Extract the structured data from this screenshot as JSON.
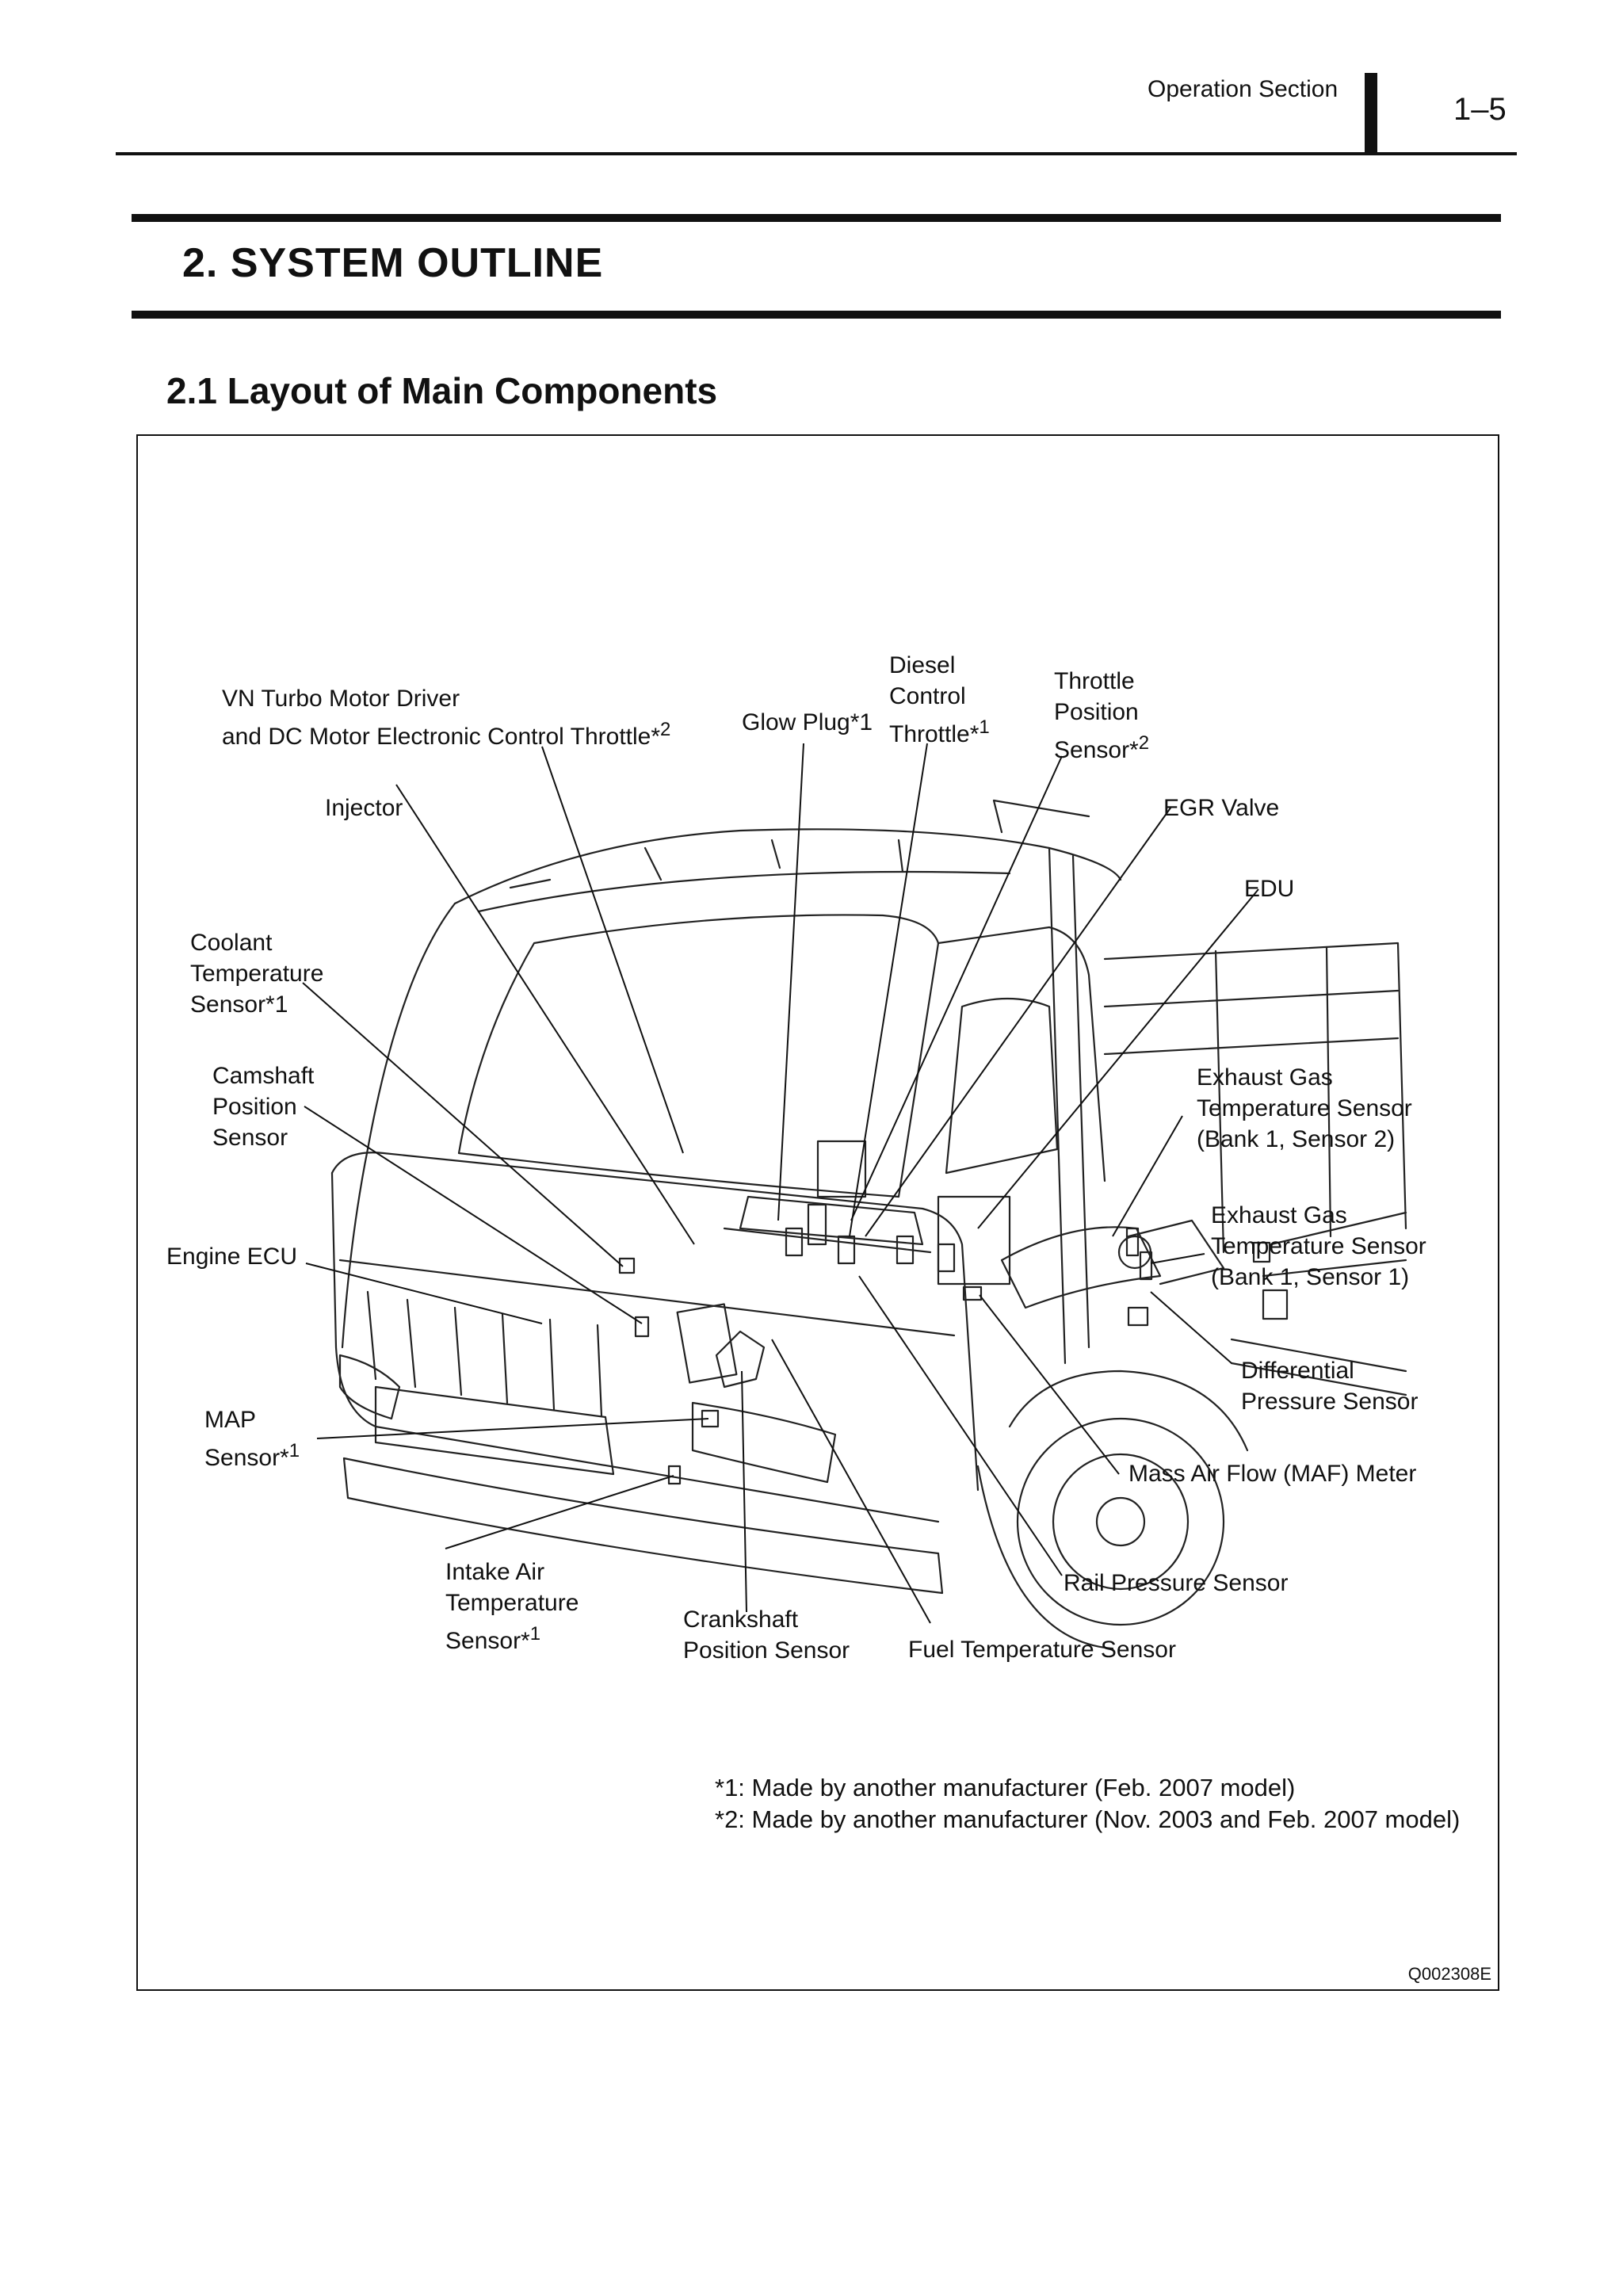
{
  "header": {
    "section": "Operation Section",
    "page": "1–5"
  },
  "title": "2. SYSTEM OUTLINE",
  "subtitle": "2.1  Layout of Main Components",
  "figure": {
    "code": "Q002308E",
    "labels": {
      "vn_turbo_line1": "VN Turbo Motor Driver",
      "vn_turbo_line2": "and DC Motor Electronic Control Throttle*",
      "vn_turbo_sup": "2",
      "glow_plug": "Glow Plug*1",
      "diesel_line1": "Diesel",
      "diesel_line2": "Control",
      "diesel_line3": "Throttle*",
      "diesel_sup": "1",
      "tps_line1": "Throttle",
      "tps_line2": "Position",
      "tps_line3": "Sensor*",
      "tps_sup": "2",
      "injector": "Injector",
      "egr_valve": "EGR Valve",
      "edu": "EDU",
      "coolant_line1": "Coolant",
      "coolant_line2": "Temperature",
      "coolant_line3": "Sensor*1",
      "camshaft_line1": "Camshaft",
      "camshaft_line2": "Position",
      "camshaft_line3": "Sensor",
      "egt2_line1": "Exhaust Gas",
      "egt2_line2": "Temperature Sensor",
      "egt2_line3": "(Bank 1, Sensor 2)",
      "egt1_line1": "Exhaust Gas",
      "egt1_line2": "Temperature Sensor",
      "egt1_line3": "(Bank 1, Sensor 1)",
      "engine_ecu": "Engine ECU",
      "diff_line1": "Differential",
      "diff_line2": "Pressure Sensor",
      "map_line1": "MAP",
      "map_line2": "Sensor*",
      "map_sup": "1",
      "maf": "Mass Air Flow (MAF) Meter",
      "iat_line1": "Intake Air",
      "iat_line2": "Temperature",
      "iat_line3": "Sensor*",
      "iat_sup": "1",
      "crank_line1": "Crankshaft",
      "crank_line2": "Position Sensor",
      "rail_pressure": "Rail Pressure Sensor",
      "fuel_temp": "Fuel Temperature Sensor"
    },
    "notes": [
      "*1: Made by another manufacturer (Feb. 2007 model)",
      "*2: Made by another manufacturer (Nov. 2003 and Feb. 2007 model)"
    ]
  }
}
